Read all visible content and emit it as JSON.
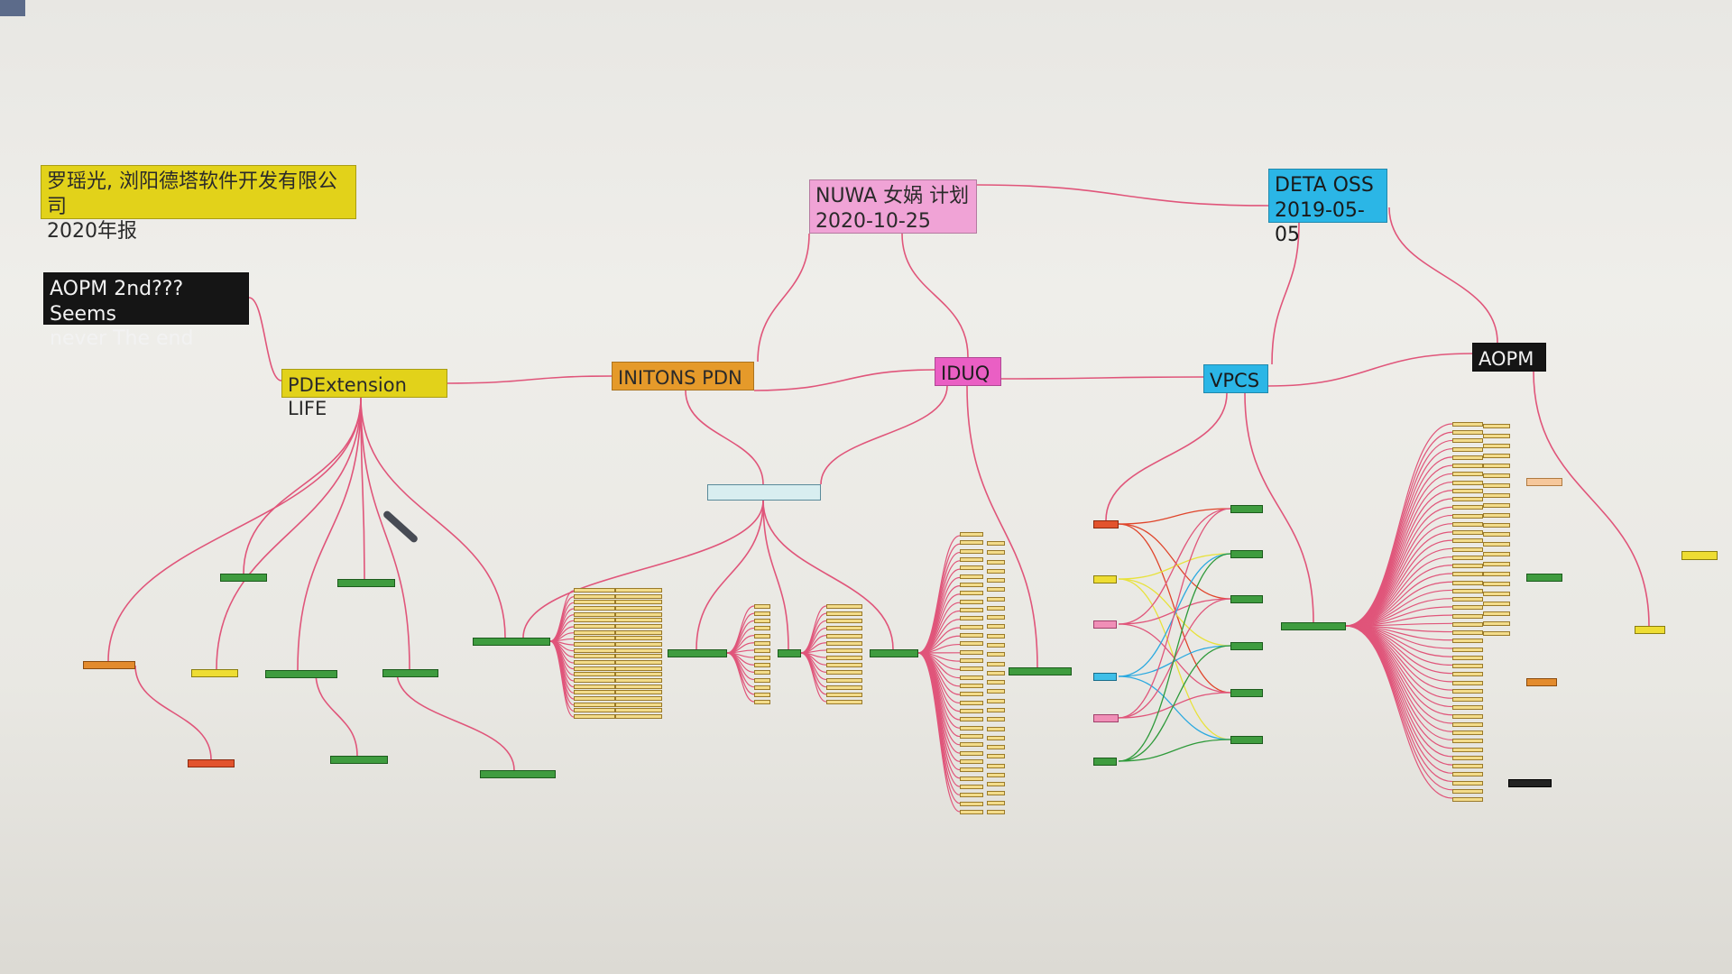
{
  "colors": {
    "link": "#e0557a",
    "yellow_node": "#e2d21a",
    "black_node": "#151515",
    "orange_node": "#e59a2a",
    "pink_node": "#f0a3d6",
    "magenta_node": "#ea5fc4",
    "cyan_node": "#2bb6e6",
    "leaf_green": "#3f9c3f",
    "leaf_blue_link": "#2aa9e0",
    "leaf_green_link": "#2e9a3a",
    "leaf_yellow_link": "#e8e23a",
    "leaf_red_link": "#e0442a"
  },
  "nodes": {
    "company_note": "罗瑶光, 浏阳德塔软件开发有限公司\n2020年报",
    "aopm_note": "AOPM 2nd??? Seems\nnever The end",
    "pdextension": "PDExtension LIFE",
    "initons": "INITONS PDN",
    "nuwa": "NUWA 女娲 计划\n2020-10-25",
    "iduq": "IDUQ",
    "deta_oss": "DETA OSS\n2019-05-05",
    "vpcs": "VPCS",
    "aopm": "AOPM"
  }
}
